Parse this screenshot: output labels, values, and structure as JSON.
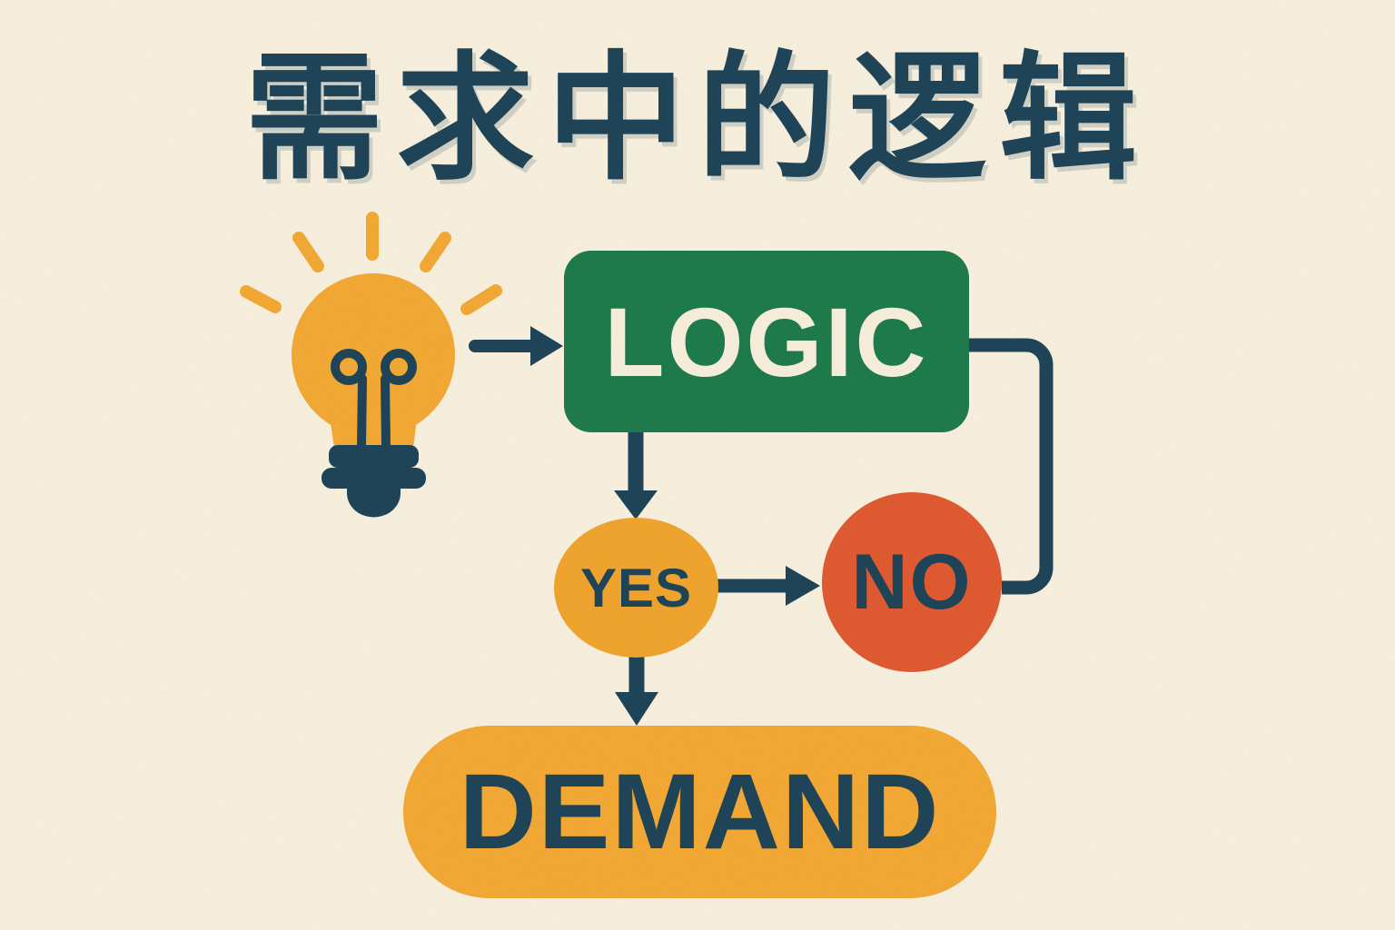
{
  "poster": {
    "title": "需求中的逻辑",
    "icon": "lightbulb-idea-icon"
  },
  "flowchart": {
    "nodes": [
      {
        "id": "logic",
        "label": "LOGIC",
        "shape": "rounded-rectangle",
        "color_key": "green"
      },
      {
        "id": "yes",
        "label": "YES",
        "shape": "circle",
        "color_key": "yellow"
      },
      {
        "id": "no",
        "label": "NO",
        "shape": "circle",
        "color_key": "orange"
      },
      {
        "id": "demand",
        "label": "DEMAND",
        "shape": "pill",
        "color_key": "yellow"
      }
    ],
    "edges": [
      {
        "from": "lightbulb",
        "to": "logic",
        "style": "arrow"
      },
      {
        "from": "logic",
        "to": "yes",
        "style": "arrow"
      },
      {
        "from": "yes",
        "to": "no",
        "style": "arrow"
      },
      {
        "from": "logic",
        "to": "no",
        "style": "elbow-line"
      },
      {
        "from": "yes",
        "to": "demand",
        "style": "arrow"
      }
    ]
  },
  "colors": {
    "background": "#f7efdd",
    "ink": "#1f4458",
    "green": "#1e7a4b",
    "yellow": "#f2a834",
    "yellow_deep": "#efa42e",
    "orange": "#df5a31",
    "cream_text": "#f6eeda"
  }
}
